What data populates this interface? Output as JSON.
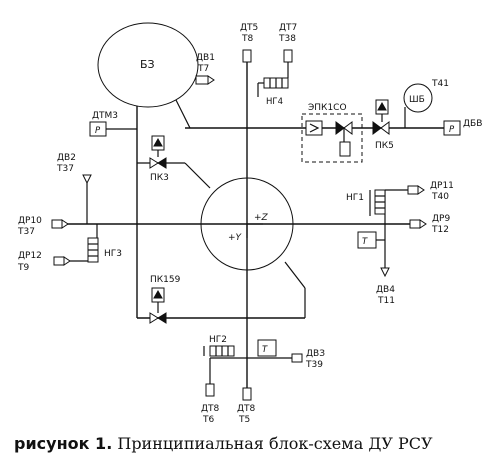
{
  "caption": {
    "prefix": "рисунок 1.",
    "text": "Принципиальная блок-схема ДУ РСУ"
  },
  "labels": {
    "tank_b3": "БЗ",
    "tank_shb": "ШБ",
    "chamber_plus_z": "+Z",
    "chamber_plus_y": "+Y",
    "dt5": "ДТ5",
    "t8_top": "Т8",
    "dt7": "ДТ7",
    "t38": "Т38",
    "dv1": "ДВ1",
    "t7": "Т7",
    "ng4": "НГ4",
    "dtm3": "ДТМ3",
    "p_dtm3": "P",
    "epk1so": "ЭПК1СО",
    "t41": "Т41",
    "dbv": "ДБВ",
    "p_dbv": "P",
    "pk5": "ПК5",
    "pk3": "ПК3",
    "dv2": "ДВ2",
    "t37_top": "Т37",
    "dr11": "ДР11",
    "t40": "Т40",
    "ng1": "НГ1",
    "dr10": "ДР10",
    "t37_left": "Т37",
    "dr9": "ДР9",
    "t12": "Т12",
    "dr12": "ДР12",
    "t9": "Т9",
    "ng3": "НГ3",
    "dv4": "ДВ4",
    "t11": "Т11",
    "pk159": "ПК159",
    "ng2": "НГ2",
    "dv3": "ДВЗ",
    "t39": "Т39",
    "dt8_a": "ДТ8",
    "t6": "Т6",
    "dt8_b": "ДТ8",
    "t5": "Т5"
  }
}
